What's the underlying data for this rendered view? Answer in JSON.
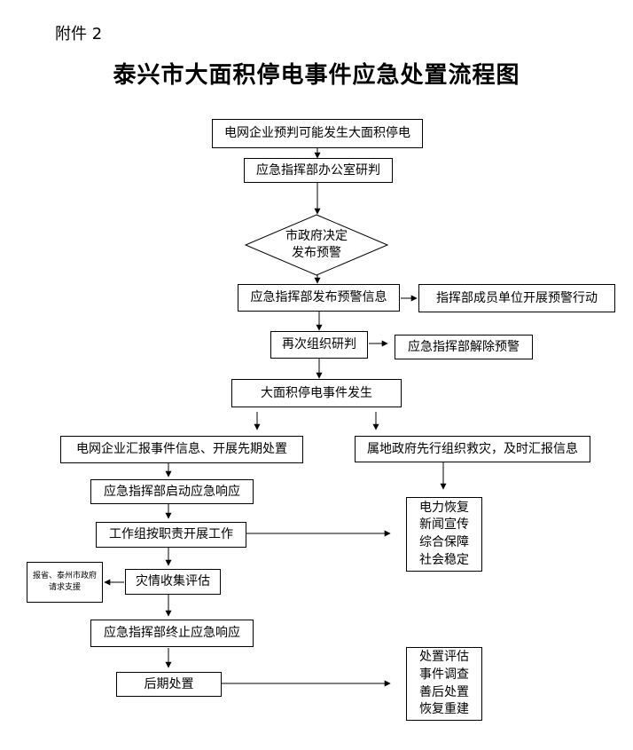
{
  "header": {
    "attachment": "附件 2",
    "title": "泰兴市大面积停电事件应急处置流程图"
  },
  "nodes": {
    "grid_forecast": "电网企业预判可能发生大面积停电",
    "office_study": "应急指挥部办公室研判",
    "gov_decision_line1": "市政府决定",
    "gov_decision_line2": "发布预警",
    "publish_warning": "应急指挥部发布预警信息",
    "member_actions": "指挥部成员单位开展预警行动",
    "restudy": "再次组织研判",
    "lift_warning": "应急指挥部解除预警",
    "event_occurs": "大面积停电事件发生",
    "grid_report": "电网企业汇报事件信息、开展先期处置",
    "local_gov": "属地政府先行组织救灾，及时汇报信息",
    "start_response": "应急指挥部启动应急响应",
    "teams_work": "工作组按职责开展工作",
    "disaster_eval": "灾情收集评估",
    "request_support": "报省、泰州市政府请求支援",
    "end_response": "应急指挥部终止应急响应",
    "aftermath": "后期处置",
    "tasks_group1": [
      "电力恢复",
      "新闻宣传",
      "综合保障",
      "社会稳定"
    ],
    "tasks_group2": [
      "处置评估",
      "事件调查",
      "善后处置",
      "恢复重建"
    ]
  }
}
